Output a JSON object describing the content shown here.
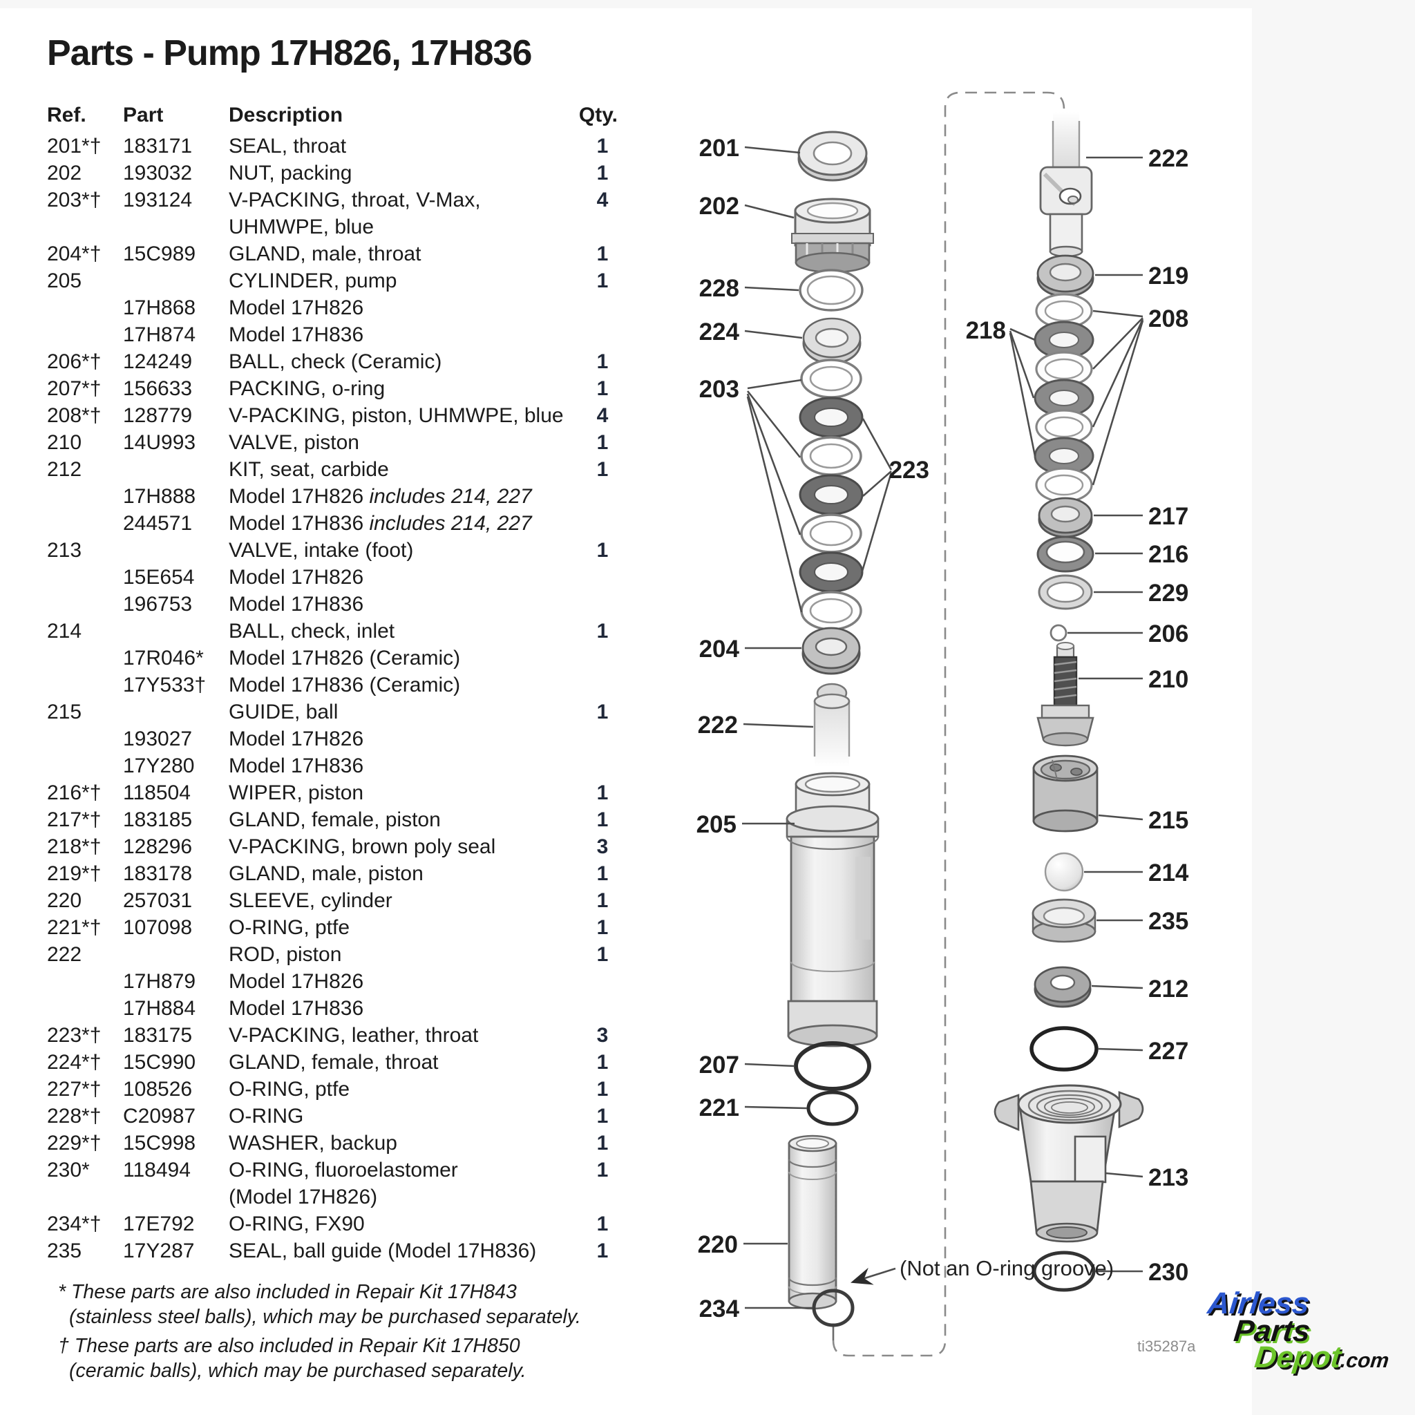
{
  "page": {
    "title": "Parts - Pump 17H826, 17H836"
  },
  "table": {
    "headers": {
      "ref": "Ref.",
      "part": "Part",
      "description": "Description",
      "qty": "Qty."
    },
    "rows": [
      {
        "ref": "201*†",
        "part": "183171",
        "desc": "SEAL, throat",
        "qty": "1"
      },
      {
        "ref": "202",
        "part": "193032",
        "desc": "NUT, packing",
        "qty": "1"
      },
      {
        "ref": "203*†",
        "part": "193124",
        "desc": "V-PACKING, throat, V-Max,",
        "desc2": "UHMWPE, blue",
        "qty": "4"
      },
      {
        "ref": "204*†",
        "part": "15C989",
        "desc": "GLAND, male, throat",
        "qty": "1"
      },
      {
        "ref": "205",
        "part": "",
        "desc": "CYLINDER, pump",
        "qty": "1"
      },
      {
        "ref": "",
        "part": "17H868",
        "desc": "Model 17H826",
        "qty": ""
      },
      {
        "ref": "",
        "part": "17H874",
        "desc": "Model 17H836",
        "qty": ""
      },
      {
        "ref": "206*†",
        "part": "124249",
        "desc": "BALL, check (Ceramic)",
        "qty": "1"
      },
      {
        "ref": "207*†",
        "part": "156633",
        "desc": "PACKING, o-ring",
        "qty": "1"
      },
      {
        "ref": "208*†",
        "part": "128779",
        "desc": "V-PACKING, piston, UHMWPE, blue",
        "qty": "4"
      },
      {
        "ref": "210",
        "part": "14U993",
        "desc": "VALVE, piston",
        "qty": "1"
      },
      {
        "ref": "212",
        "part": "",
        "desc": "KIT, seat, carbide",
        "qty": "1"
      },
      {
        "ref": "",
        "part": "17H888",
        "desc": "Model 17H826 ",
        "desc_italic": "includes 214, 227",
        "qty": ""
      },
      {
        "ref": "",
        "part": "244571",
        "desc": "Model 17H836 ",
        "desc_italic": "includes 214, 227",
        "qty": ""
      },
      {
        "ref": "213",
        "part": "",
        "desc": "VALVE, intake (foot)",
        "qty": "1"
      },
      {
        "ref": "",
        "part": "15E654",
        "desc": "Model 17H826",
        "qty": ""
      },
      {
        "ref": "",
        "part": "196753",
        "desc": "Model 17H836",
        "qty": ""
      },
      {
        "ref": "214",
        "part": "",
        "desc": "BALL, check, inlet",
        "qty": "1"
      },
      {
        "ref": "",
        "part": "17R046*",
        "desc": "Model 17H826 (Ceramic)",
        "qty": ""
      },
      {
        "ref": "",
        "part": "17Y533†",
        "desc": "Model 17H836 (Ceramic)",
        "qty": ""
      },
      {
        "ref": "215",
        "part": "",
        "desc": "GUIDE, ball",
        "qty": "1"
      },
      {
        "ref": "",
        "part": "193027",
        "desc": "Model 17H826",
        "qty": ""
      },
      {
        "ref": "",
        "part": "17Y280",
        "desc": "Model 17H836",
        "qty": ""
      },
      {
        "ref": "216*†",
        "part": "118504",
        "desc": "WIPER, piston",
        "qty": "1"
      },
      {
        "ref": "217*†",
        "part": "183185",
        "desc": "GLAND, female, piston",
        "qty": "1"
      },
      {
        "ref": "218*†",
        "part": "128296",
        "desc": "V-PACKING, brown poly seal",
        "qty": "3"
      },
      {
        "ref": "219*†",
        "part": "183178",
        "desc": "GLAND, male, piston",
        "qty": "1"
      },
      {
        "ref": "220",
        "part": "257031",
        "desc": "SLEEVE, cylinder",
        "qty": "1"
      },
      {
        "ref": "221*†",
        "part": "107098",
        "desc": "O-RING, ptfe",
        "qty": "1"
      },
      {
        "ref": "222",
        "part": "",
        "desc": "ROD, piston",
        "qty": "1"
      },
      {
        "ref": "",
        "part": "17H879",
        "desc": "Model 17H826",
        "qty": ""
      },
      {
        "ref": "",
        "part": "17H884",
        "desc": "Model 17H836",
        "qty": ""
      },
      {
        "ref": "223*†",
        "part": "183175",
        "desc": "V-PACKING, leather, throat",
        "qty": "3"
      },
      {
        "ref": "224*†",
        "part": "15C990",
        "desc": "GLAND, female, throat",
        "qty": "1"
      },
      {
        "ref": "227*†",
        "part": "108526",
        "desc": "O-RING, ptfe",
        "qty": "1"
      },
      {
        "ref": "228*†",
        "part": "C20987",
        "desc": "O-RING",
        "qty": "1"
      },
      {
        "ref": "229*†",
        "part": "15C998",
        "desc": "WASHER, backup",
        "qty": "1"
      },
      {
        "ref": "230*",
        "part": "118494",
        "desc": "O-RING, fluoroelastomer",
        "desc2": "(Model 17H826)",
        "qty": "1"
      },
      {
        "ref": "234*†",
        "part": "17E792",
        "desc": "O-RING, FX90",
        "qty": "1"
      },
      {
        "ref": "235",
        "part": "17Y287",
        "desc": "SEAL, ball guide (Model 17H836)",
        "qty": "1"
      }
    ]
  },
  "footnotes": [
    {
      "line1": "* These parts are also included in Repair Kit 17H843",
      "line2": "(stainless steel balls), which may be purchased separately."
    },
    {
      "line1": "† These parts are also included in Repair Kit 17H850",
      "line2": "(ceramic balls), which may be purchased separately."
    }
  ],
  "diagram": {
    "annotation": "(Not an O-ring groove)",
    "drawing_number": "ti35287a",
    "callouts": {
      "201": "201",
      "202": "202",
      "203": "203",
      "204": "204",
      "205": "205",
      "206": "206",
      "207": "207",
      "208": "208",
      "210": "210",
      "212": "212",
      "213": "213",
      "214": "214",
      "215": "215",
      "216": "216",
      "217": "217",
      "218": "218",
      "219": "219",
      "220": "220",
      "221": "221",
      "222": "222",
      "223": "223",
      "224": "224",
      "227": "227",
      "228": "228",
      "229": "229",
      "230": "230",
      "234": "234",
      "235": "235"
    }
  },
  "logo": {
    "line1": "Airless",
    "line2": "Parts",
    "line3": "Depot",
    "suffix": ".com"
  },
  "colors": {
    "text": "#1b1b1b",
    "background": "#ffffff",
    "margin_gray": "#f7f7f7",
    "logo_blue": "#2b57cf",
    "logo_green": "#6cc42a"
  }
}
